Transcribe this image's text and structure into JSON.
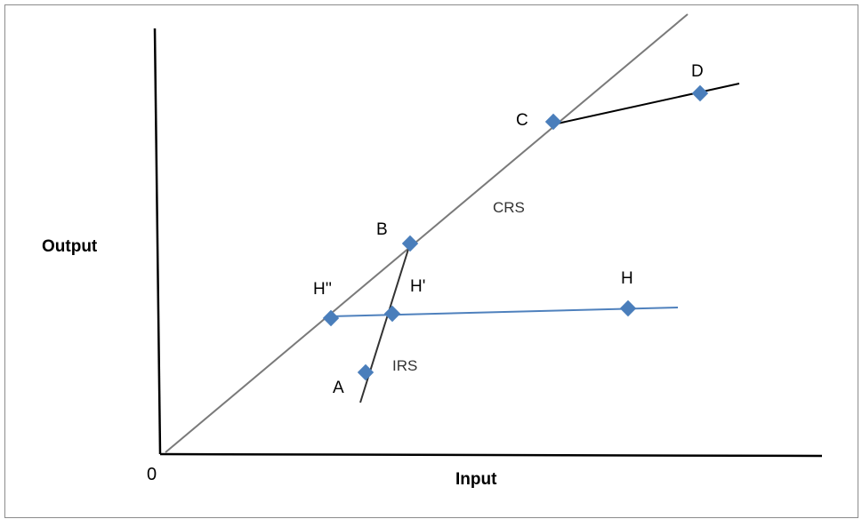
{
  "axes": {
    "y_title": "Output",
    "x_title": "Input",
    "origin_label": "0"
  },
  "curves": {
    "crs_label": "CRS",
    "irs_label": "IRS"
  },
  "points": {
    "A": "A",
    "B": "B",
    "C": "C",
    "D": "D",
    "H": "H",
    "H_prime": "H'",
    "H_double_prime": "H''"
  },
  "colors": {
    "crs_line": "#7a7a7a",
    "axis": "#000000",
    "frontier_segment": "#000000",
    "horizontal_line": "#4f81bd",
    "marker": "#4a7ebb",
    "frame_border": "#8c8c8c"
  }
}
